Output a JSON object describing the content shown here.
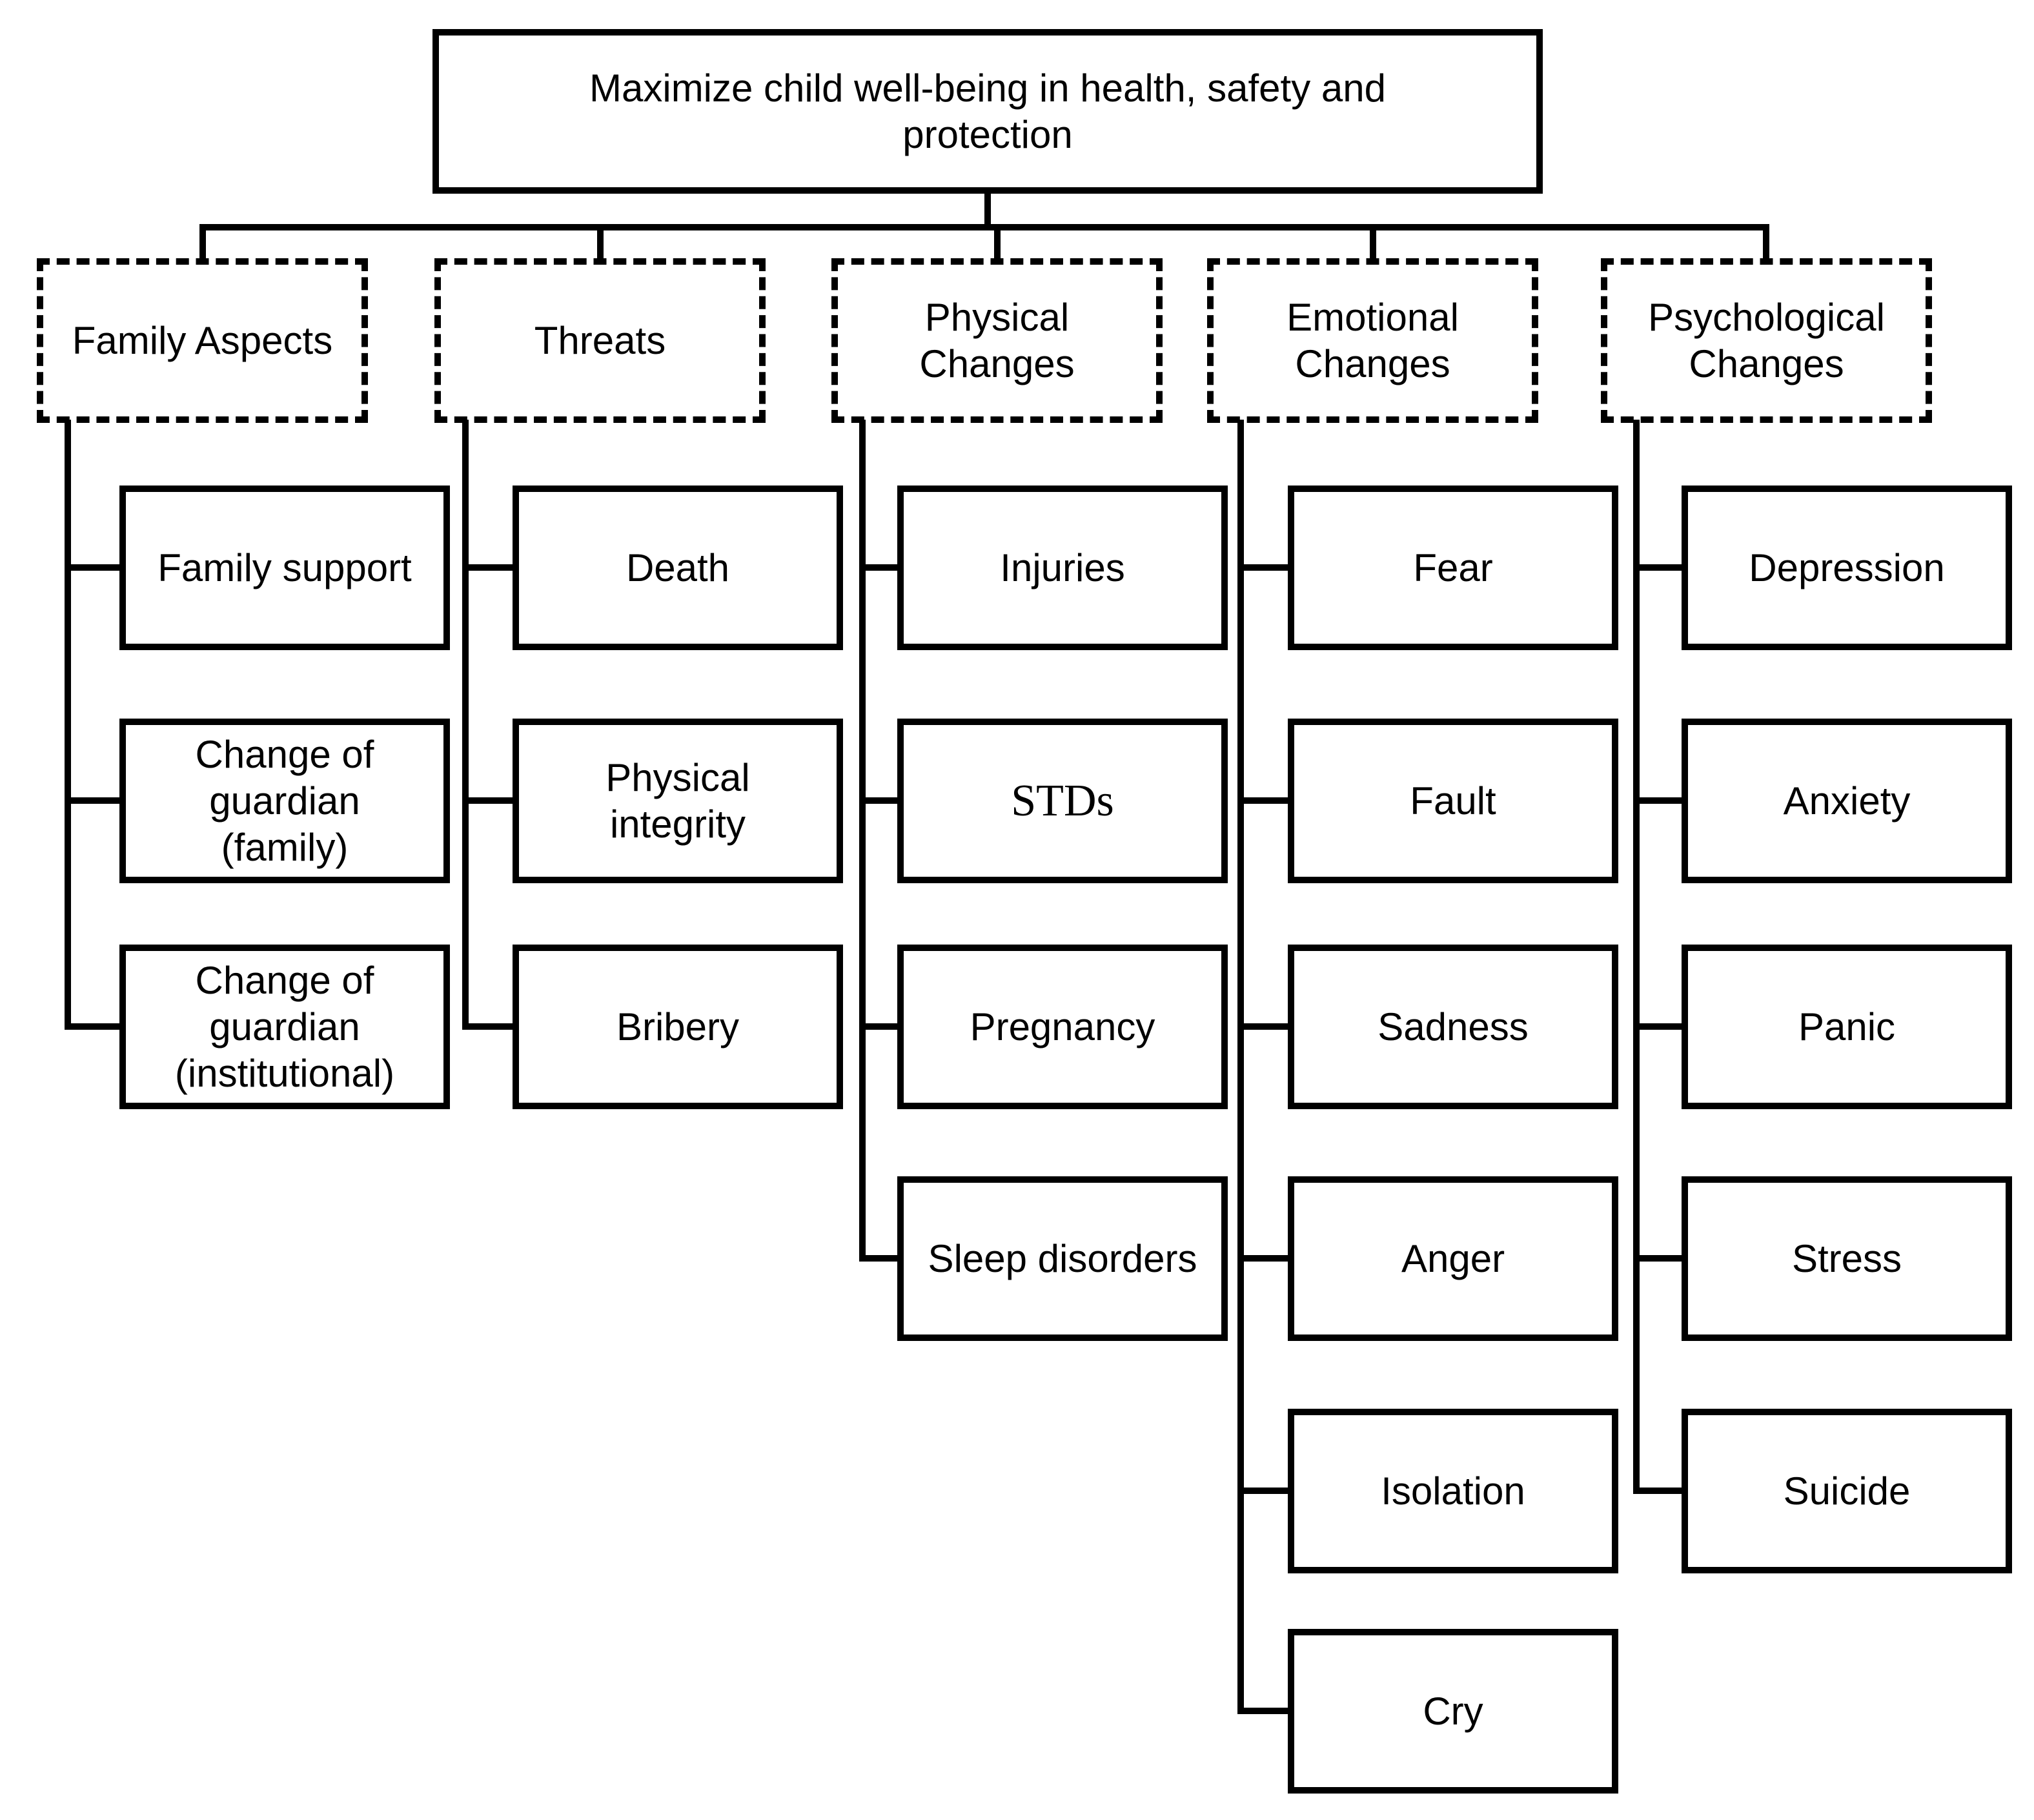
{
  "diagram": {
    "title": "Maximize child well-being in health, safety and protection",
    "root": {
      "label": "Maximize child well-being in health, safety and\nprotection"
    },
    "categories": [
      {
        "label": "Family Aspects",
        "children": [
          {
            "label": "Family support"
          },
          {
            "label": "Change of\nguardian\n(family)"
          },
          {
            "label": "Change of\nguardian\n(institutional)"
          }
        ]
      },
      {
        "label": "Threats",
        "children": [
          {
            "label": "Death"
          },
          {
            "label": "Physical\nintegrity"
          },
          {
            "label": "Bribery"
          }
        ]
      },
      {
        "label": "Physical\nChanges",
        "children": [
          {
            "label": "Injuries"
          },
          {
            "label": "STDs"
          },
          {
            "label": "Pregnancy"
          },
          {
            "label": "Sleep disorders"
          }
        ]
      },
      {
        "label": "Emotional\nChanges",
        "children": [
          {
            "label": "Fear"
          },
          {
            "label": "Fault"
          },
          {
            "label": "Sadness"
          },
          {
            "label": "Anger"
          },
          {
            "label": "Isolation"
          },
          {
            "label": "Cry"
          }
        ]
      },
      {
        "label": "Psychological\nChanges",
        "children": [
          {
            "label": "Depression"
          },
          {
            "label": "Anxiety"
          },
          {
            "label": "Panic"
          },
          {
            "label": "Stress"
          },
          {
            "label": "Suicide"
          }
        ]
      }
    ],
    "colors": {
      "line": "#000000",
      "box_border": "#000000",
      "background": "#ffffff",
      "text": "#000000"
    }
  }
}
